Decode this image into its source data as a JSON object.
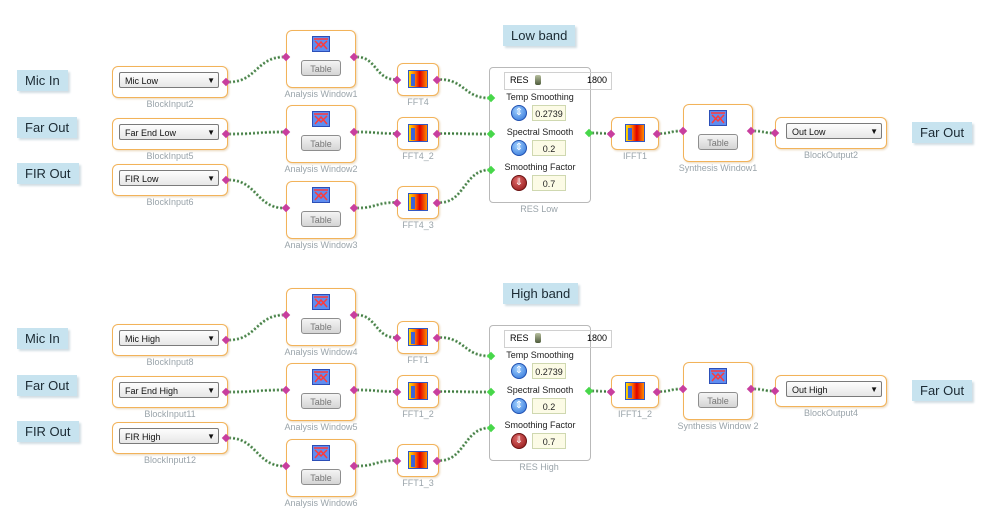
{
  "bands": [
    {
      "title": "Low band",
      "side_labels": [
        "Mic In",
        "Far Out",
        "FIR Out"
      ],
      "out_label": "Far Out",
      "inputs": [
        {
          "value": "Mic Low",
          "caption": "BlockInput2"
        },
        {
          "value": "Far End Low",
          "caption": "BlockInput5"
        },
        {
          "value": "FIR Low",
          "caption": "BlockInput6"
        }
      ],
      "analysis": [
        {
          "button": "Table",
          "caption": "Analysis Window1"
        },
        {
          "button": "Table",
          "caption": "Analysis Window2"
        },
        {
          "button": "Table",
          "caption": "Analysis Window3"
        }
      ],
      "ffts": [
        "FFT4",
        "FFT4_2",
        "FFT4_3"
      ],
      "res": {
        "caption": "RES Low",
        "head_label": "RES",
        "head_value": "1800",
        "params": [
          {
            "name": "Temp Smoothing",
            "value": "0.2739"
          },
          {
            "name": "Spectral Smooth",
            "value": "0.2"
          },
          {
            "name": "Smoothing Factor",
            "value": "0.7"
          }
        ]
      },
      "ifft": "IFFT1",
      "synthesis": {
        "button": "Table",
        "caption": "Synthesis Window1"
      },
      "output": {
        "value": "Out Low",
        "caption": "BlockOutput2"
      }
    },
    {
      "title": "High band",
      "side_labels": [
        "Mic In",
        "Far Out",
        "FIR Out"
      ],
      "out_label": "Far Out",
      "inputs": [
        {
          "value": "Mic High",
          "caption": "BlockInput8"
        },
        {
          "value": "Far End High",
          "caption": "BlockInput11"
        },
        {
          "value": "FIR High",
          "caption": "BlockInput12"
        }
      ],
      "analysis": [
        {
          "button": "Table",
          "caption": "Analysis Window4"
        },
        {
          "button": "Table",
          "caption": "Analysis Window5"
        },
        {
          "button": "Table",
          "caption": "Analysis Window6"
        }
      ],
      "ffts": [
        "FFT1",
        "FFT1_2",
        "FFT1_3"
      ],
      "res": {
        "caption": "RES High",
        "head_label": "RES",
        "head_value": "1800",
        "params": [
          {
            "name": "Temp Smoothing",
            "value": "0.2739"
          },
          {
            "name": "Spectral Smooth",
            "value": "0.2"
          },
          {
            "name": "Smoothing Factor",
            "value": "0.7"
          }
        ]
      },
      "ifft": "IFFT1_2",
      "synthesis": {
        "button": "Table",
        "caption": "Synthesis Window 2"
      },
      "output": {
        "value": "Out High",
        "caption": "BlockOutput4"
      }
    }
  ]
}
